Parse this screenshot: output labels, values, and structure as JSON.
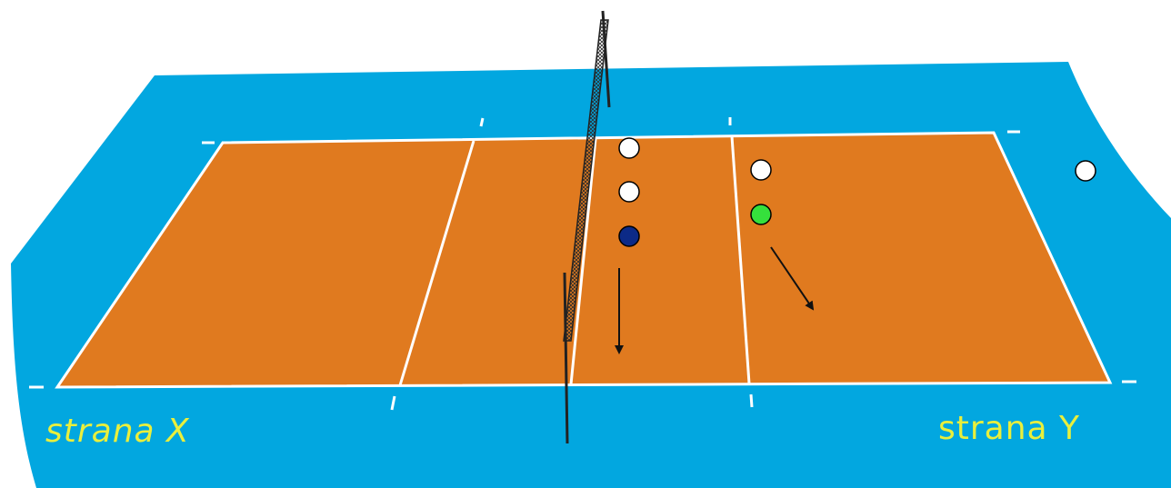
{
  "colors": {
    "floor": "#02a7e0",
    "court": "#e07a1f",
    "lines": "#ffffff",
    "label_text": "#e9ef3c",
    "net": "#333333",
    "player_white": "#ffffff",
    "player_blue": "#0c2a87",
    "player_green": "#35e03c",
    "arrow": "#111111"
  },
  "labels": {
    "side_x": "strana X",
    "side_y": "strana Y"
  },
  "players": [
    {
      "team": "white"
    },
    {
      "team": "white"
    },
    {
      "team": "blue"
    },
    {
      "team": "white"
    },
    {
      "team": "green"
    },
    {
      "team": "white"
    }
  ],
  "arrows": [
    {
      "from_player": "blue",
      "direction": "down"
    },
    {
      "from_player": "green",
      "direction": "down-right"
    }
  ]
}
